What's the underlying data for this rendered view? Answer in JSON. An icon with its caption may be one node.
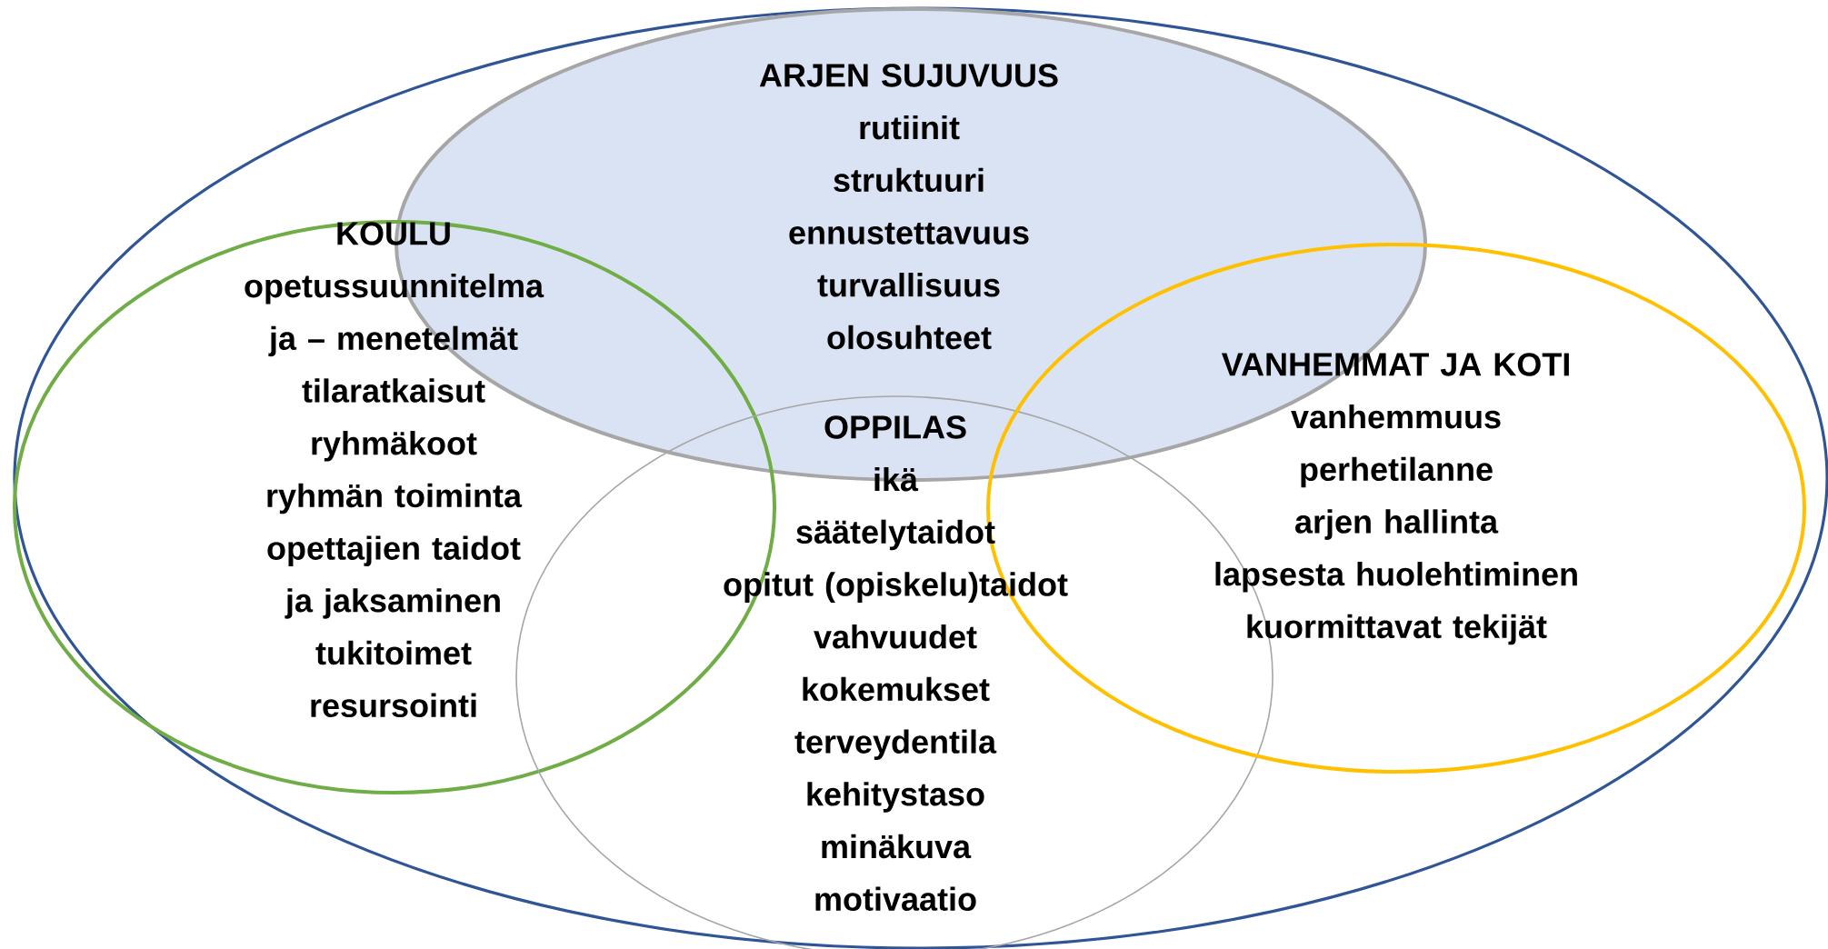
{
  "diagram": {
    "nodes": [
      {
        "text": [],
        "shape": "ellipse"
      },
      {
        "in": 0,
        "text": [
          "ARJEN SUJUVUUS",
          "rutiinit",
          "struktuuri",
          "ennustettavuus",
          "turvallisuus",
          "olosuhteet"
        ]
      },
      {
        "in": 0,
        "text": [
          "KOULU",
          "opetussuunnitelma ja – menetelmät",
          "tilaratkaisut",
          "ryhmäkoot",
          "ryhmän toiminta",
          "opettajien taidot ja jaksaminen",
          "tukitoimet",
          "resursointi"
        ]
      },
      {
        "in": 0,
        "text": [
          "OPPILAS",
          "ikä",
          "säätelytaidot",
          "opitut (opiskelu)taidot",
          "vahvuudet",
          "kokemukset",
          "terveydentila",
          "kehitystaso",
          "minäkuva",
          "motivaatio"
        ]
      },
      {
        "in": 0,
        "text": [
          "VANHEMMAT JA KOTI",
          "vanhemmuus",
          "perhetilanne",
          "arjen hallinta",
          "lapsesta huolehtiminen",
          "kuormittavat tekijät"
        ]
      }
    ]
  }
}
